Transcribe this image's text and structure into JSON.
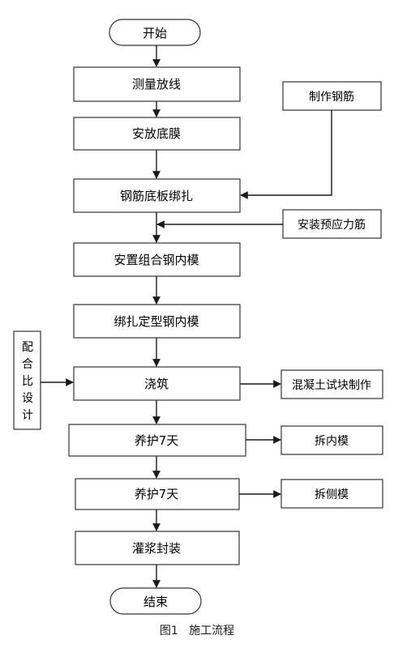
{
  "flowchart": {
    "start": "开始",
    "end": "结束",
    "steps": [
      "测量放线",
      "安放底膜",
      "钢筋底板绑扎",
      "安置组合钢内模",
      "绑扎定型钢内模",
      "浇筑",
      "养护7天",
      "养护7天",
      "灌浆封装"
    ],
    "side_inputs": {
      "rebar": "制作钢筋",
      "prestress": "安装预应力筋",
      "mix": "配合比设计"
    },
    "side_outputs": {
      "test_block": "混凝土试块制作",
      "inner_form": "拆内模",
      "side_form": "拆侧模"
    }
  },
  "caption": "图1   施工流程"
}
